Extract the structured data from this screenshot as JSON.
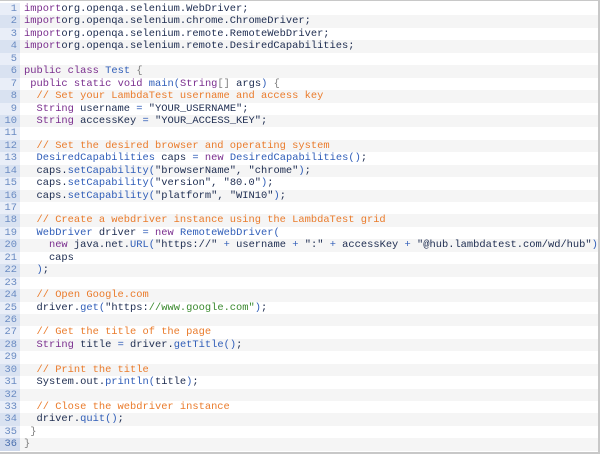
{
  "editor": {
    "language": "java",
    "highlighted_line": 36,
    "lines": [
      {
        "n": "1",
        "tokens": [
          [
            "kw",
            "import"
          ],
          [
            "",
            "org.openqa.selenium.WebDriver;"
          ]
        ]
      },
      {
        "n": "2",
        "tokens": [
          [
            "kw",
            "import"
          ],
          [
            "",
            "org.openqa.selenium.chrome.ChromeDriver;"
          ]
        ]
      },
      {
        "n": "3",
        "tokens": [
          [
            "kw",
            "import"
          ],
          [
            "",
            "org.openqa.selenium.remote.RemoteWebDriver;"
          ]
        ]
      },
      {
        "n": "4",
        "tokens": [
          [
            "kw",
            "import"
          ],
          [
            "",
            "org.openqa.selenium.remote.DesiredCapabilities;"
          ]
        ]
      },
      {
        "n": "5",
        "tokens": []
      },
      {
        "n": "6",
        "tokens": [
          [
            "kw",
            "public"
          ],
          [
            "",
            " "
          ],
          [
            "kw",
            "class"
          ],
          [
            "",
            " "
          ],
          [
            "ty",
            "Test"
          ],
          [
            "",
            " "
          ],
          [
            "pu",
            "{"
          ]
        ]
      },
      {
        "n": "7",
        "tokens": [
          [
            "",
            " "
          ],
          [
            "kw",
            "public"
          ],
          [
            "",
            " "
          ],
          [
            "kw",
            "static"
          ],
          [
            "",
            " "
          ],
          [
            "kw",
            "void"
          ],
          [
            "",
            " "
          ],
          [
            "fn",
            "main"
          ],
          [
            "pa",
            "("
          ],
          [
            "kw",
            "String"
          ],
          [
            "pu",
            "[]"
          ],
          [
            "",
            " args"
          ],
          [
            "pa",
            ")"
          ],
          [
            "",
            " "
          ],
          [
            "pu",
            "{"
          ]
        ]
      },
      {
        "n": "8",
        "tokens": [
          [
            "",
            "  "
          ],
          [
            "cm",
            "// Set your LambdaTest username and access key"
          ]
        ]
      },
      {
        "n": "9",
        "tokens": [
          [
            "",
            "  "
          ],
          [
            "kw",
            "String"
          ],
          [
            "",
            " username "
          ],
          [
            "op",
            "="
          ],
          [
            "",
            " "
          ],
          [
            "st",
            "\"YOUR_USERNAME\""
          ],
          [
            "",
            ";"
          ]
        ]
      },
      {
        "n": "10",
        "tokens": [
          [
            "",
            "  "
          ],
          [
            "kw",
            "String"
          ],
          [
            "",
            " accessKey "
          ],
          [
            "op",
            "="
          ],
          [
            "",
            " "
          ],
          [
            "st",
            "\"YOUR_ACCESS_KEY\""
          ],
          [
            "",
            ";"
          ]
        ]
      },
      {
        "n": "11",
        "tokens": []
      },
      {
        "n": "12",
        "tokens": [
          [
            "",
            "  "
          ],
          [
            "cm",
            "// Set the desired browser and operating system"
          ]
        ]
      },
      {
        "n": "13",
        "tokens": [
          [
            "",
            "  "
          ],
          [
            "ty",
            "DesiredCapabilities"
          ],
          [
            "",
            " caps "
          ],
          [
            "op",
            "="
          ],
          [
            "",
            " "
          ],
          [
            "kw",
            "new"
          ],
          [
            "",
            " "
          ],
          [
            "ty",
            "DesiredCapabilities"
          ],
          [
            "pa",
            "()"
          ],
          [
            "",
            ";"
          ]
        ]
      },
      {
        "n": "14",
        "tokens": [
          [
            "",
            "  caps."
          ],
          [
            "fn",
            "setCapability"
          ],
          [
            "pa",
            "("
          ],
          [
            "st",
            "\"browserName\""
          ],
          [
            "",
            ", "
          ],
          [
            "st",
            "\"chrome\""
          ],
          [
            "pa",
            ")"
          ],
          [
            "",
            ";"
          ]
        ]
      },
      {
        "n": "15",
        "tokens": [
          [
            "",
            "  caps."
          ],
          [
            "fn",
            "setCapability"
          ],
          [
            "pa",
            "("
          ],
          [
            "st",
            "\"version\""
          ],
          [
            "",
            ", "
          ],
          [
            "st",
            "\"80.0\""
          ],
          [
            "pa",
            ")"
          ],
          [
            "",
            ";"
          ]
        ]
      },
      {
        "n": "16",
        "tokens": [
          [
            "",
            "  caps."
          ],
          [
            "fn",
            "setCapability"
          ],
          [
            "pa",
            "("
          ],
          [
            "st",
            "\"platform\""
          ],
          [
            "",
            ", "
          ],
          [
            "st",
            "\"WIN10\""
          ],
          [
            "pa",
            ")"
          ],
          [
            "",
            ";"
          ]
        ]
      },
      {
        "n": "17",
        "tokens": []
      },
      {
        "n": "18",
        "tokens": [
          [
            "",
            "  "
          ],
          [
            "cm",
            "// Create a webdriver instance using the LambdaTest grid"
          ]
        ]
      },
      {
        "n": "19",
        "tokens": [
          [
            "",
            "  "
          ],
          [
            "ty",
            "WebDriver"
          ],
          [
            "",
            " driver "
          ],
          [
            "op",
            "="
          ],
          [
            "",
            " "
          ],
          [
            "kw",
            "new"
          ],
          [
            "",
            " "
          ],
          [
            "ty",
            "RemoteWebDriver"
          ],
          [
            "pa",
            "("
          ]
        ]
      },
      {
        "n": "20",
        "tokens": [
          [
            "",
            "    "
          ],
          [
            "kw",
            "new"
          ],
          [
            "",
            " java.net."
          ],
          [
            "ty",
            "URL"
          ],
          [
            "pa",
            "("
          ],
          [
            "st",
            "\"https://\""
          ],
          [
            "",
            " "
          ],
          [
            "op",
            "+"
          ],
          [
            "",
            " username "
          ],
          [
            "op",
            "+"
          ],
          [
            "",
            " "
          ],
          [
            "st",
            "\":\""
          ],
          [
            "",
            " "
          ],
          [
            "op",
            "+"
          ],
          [
            "",
            " accessKey "
          ],
          [
            "op",
            "+"
          ],
          [
            "",
            " "
          ],
          [
            "st",
            "\"@hub.lambdatest.com/wd/hub\""
          ],
          [
            "pa",
            ")"
          ],
          [
            "",
            ","
          ]
        ]
      },
      {
        "n": "21",
        "tokens": [
          [
            "",
            "    caps"
          ]
        ]
      },
      {
        "n": "22",
        "tokens": [
          [
            "",
            "  "
          ],
          [
            "pa",
            ")"
          ],
          [
            "",
            ";"
          ]
        ]
      },
      {
        "n": "23",
        "tokens": []
      },
      {
        "n": "24",
        "tokens": [
          [
            "",
            "  "
          ],
          [
            "cm",
            "// Open Google.com"
          ]
        ]
      },
      {
        "n": "25",
        "tokens": [
          [
            "",
            "  driver."
          ],
          [
            "fn",
            "get"
          ],
          [
            "pa",
            "("
          ],
          [
            "st",
            "\"https:"
          ],
          [
            "gr",
            "//www.google.com\""
          ],
          [
            "pa",
            ")"
          ],
          [
            "",
            ";"
          ]
        ]
      },
      {
        "n": "26",
        "tokens": []
      },
      {
        "n": "27",
        "tokens": [
          [
            "",
            "  "
          ],
          [
            "cm",
            "// Get the title of the page"
          ]
        ]
      },
      {
        "n": "28",
        "tokens": [
          [
            "",
            "  "
          ],
          [
            "kw",
            "String"
          ],
          [
            "",
            " title "
          ],
          [
            "op",
            "="
          ],
          [
            "",
            " driver."
          ],
          [
            "fn",
            "getTitle"
          ],
          [
            "pa",
            "()"
          ],
          [
            "",
            ";"
          ]
        ]
      },
      {
        "n": "29",
        "tokens": []
      },
      {
        "n": "30",
        "tokens": [
          [
            "",
            "  "
          ],
          [
            "cm",
            "// Print the title"
          ]
        ]
      },
      {
        "n": "31",
        "tokens": [
          [
            "",
            "  System.out."
          ],
          [
            "fn",
            "println"
          ],
          [
            "pa",
            "("
          ],
          [
            "",
            "title"
          ],
          [
            "pa",
            ")"
          ],
          [
            "",
            ";"
          ]
        ]
      },
      {
        "n": "32",
        "tokens": []
      },
      {
        "n": "33",
        "tokens": [
          [
            "",
            "  "
          ],
          [
            "cm",
            "// Close the webdriver instance"
          ]
        ]
      },
      {
        "n": "34",
        "tokens": [
          [
            "",
            "  driver."
          ],
          [
            "fn",
            "quit"
          ],
          [
            "pa",
            "()"
          ],
          [
            "",
            ";"
          ]
        ]
      },
      {
        "n": "35",
        "tokens": [
          [
            "",
            " "
          ],
          [
            "pu",
            "}"
          ]
        ]
      },
      {
        "n": "36",
        "tokens": [
          [
            "pu",
            "}"
          ]
        ]
      }
    ]
  }
}
